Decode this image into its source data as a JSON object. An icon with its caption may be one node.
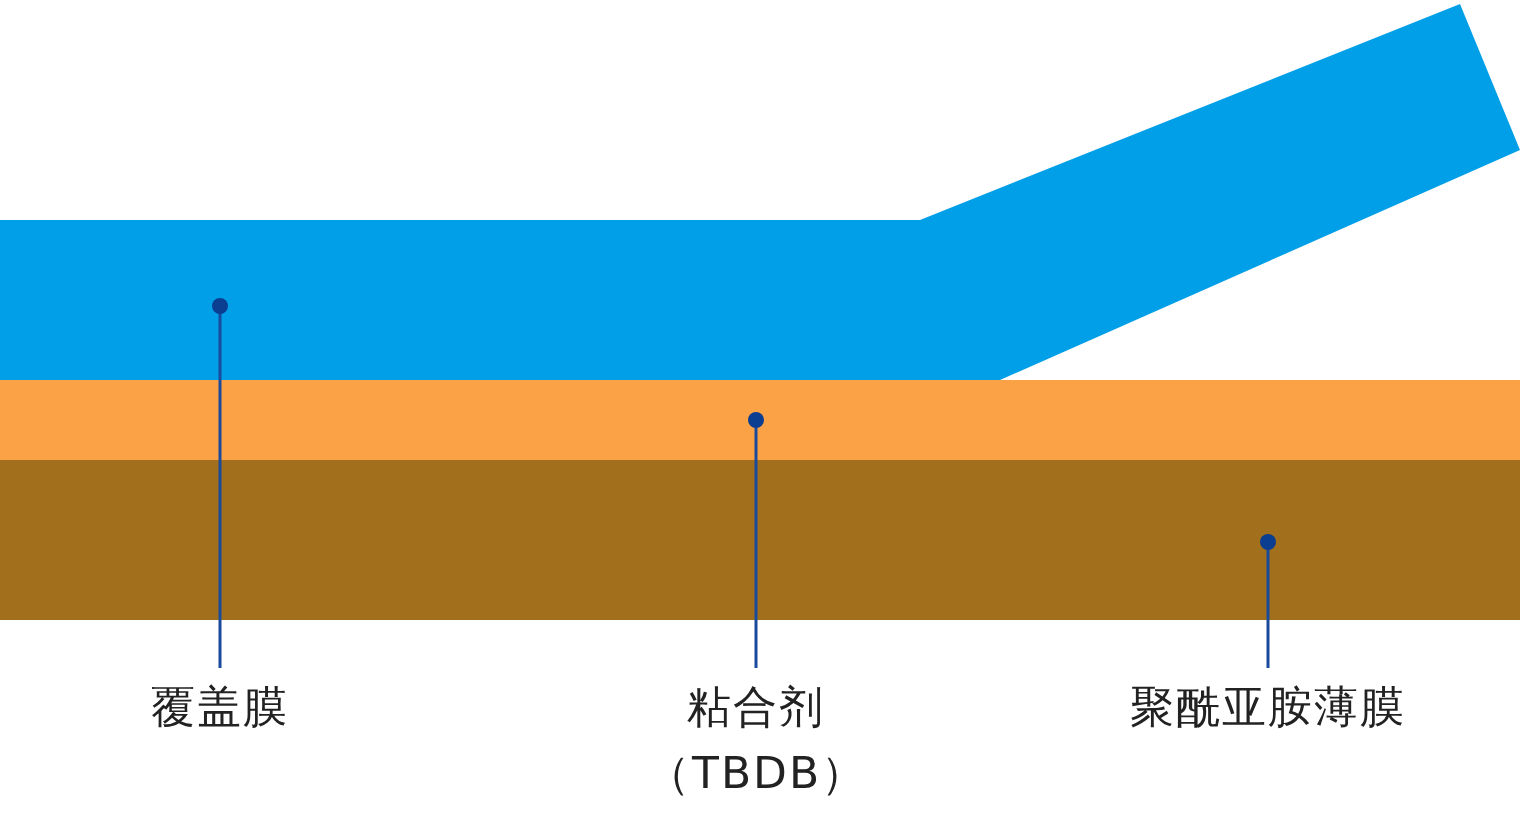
{
  "diagram": {
    "nodes": [
      {
        "text": [],
        "shape": "bar"
      },
      {
        "text": [],
        "shape": "bar"
      },
      {
        "text": [],
        "shape": "bar"
      },
      {
        "text": [
          "覆盖膜"
        ]
      },
      {
        "text": [
          "粘合剂（TBDB）"
        ]
      },
      {
        "text": [
          "聚酰亚胺薄膜"
        ]
      }
    ],
    "edges": [
      {
        "from": 3,
        "to": 0,
        "arrow": "other"
      },
      {
        "from": 4,
        "to": 1,
        "arrow": "other"
      },
      {
        "from": 5,
        "to": 2,
        "arrow": "other"
      }
    ]
  }
}
